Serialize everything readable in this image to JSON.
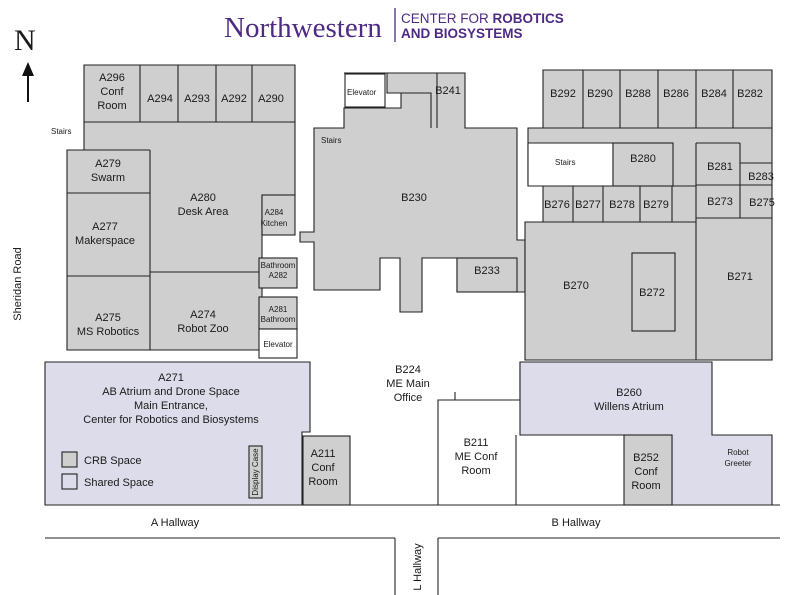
{
  "header": {
    "university": "Northwestern",
    "center_line1_regular": "CENTER FOR ",
    "center_line1_bold": "ROBOTICS",
    "center_line2": "AND BIOSYSTEMS"
  },
  "compass": {
    "letter": "N"
  },
  "legend": {
    "crb_label": "CRB Space",
    "shared_label": "Shared Space",
    "crb_color": "#cfcfcf",
    "shared_color": "#dcdcea"
  },
  "rooms": {
    "a296": [
      "A296",
      "Conf",
      "Room"
    ],
    "a294": [
      "A294"
    ],
    "a293": [
      "A293"
    ],
    "a292": [
      "A292"
    ],
    "a290": [
      "A290"
    ],
    "a279": [
      "A279",
      "Swarm"
    ],
    "a280": [
      "A280",
      "Desk Area"
    ],
    "a284": [
      "A284",
      "Kitchen"
    ],
    "a277": [
      "A277",
      "Makerspace"
    ],
    "a282": [
      "Bathroom",
      "A282"
    ],
    "a281": [
      "A281",
      "Bathroom"
    ],
    "a275": [
      "A275",
      "MS Robotics"
    ],
    "a274": [
      "A274",
      "Robot Zoo"
    ],
    "a_elevator": [
      "Elevator"
    ],
    "a271": [
      "A271",
      "AB Atrium and Drone Space",
      "Main Entrance,",
      "Center for Robotics and Biosystems"
    ],
    "display_case": [
      "Display Case"
    ],
    "a211": [
      "A211",
      "Conf",
      "Room"
    ],
    "b_elevator": [
      "Elevator"
    ],
    "b241": [
      "B241"
    ],
    "stairs_a": [
      "Stairs"
    ],
    "stairs_b": [
      "Stairs"
    ],
    "stairs_c": [
      "Stairs"
    ],
    "b230": [
      "B230"
    ],
    "b233": [
      "B233"
    ],
    "b224": [
      "B224",
      "ME Main",
      "Office"
    ],
    "b211": [
      "B211",
      "ME Conf",
      "Room"
    ],
    "b292": [
      "B292"
    ],
    "b290": [
      "B290"
    ],
    "b288": [
      "B288"
    ],
    "b286": [
      "B286"
    ],
    "b284": [
      "B284"
    ],
    "b282": [
      "B282"
    ],
    "b280": [
      "B280"
    ],
    "b281": [
      "B281"
    ],
    "b283": [
      "B283"
    ],
    "b276": [
      "B276"
    ],
    "b277": [
      "B277"
    ],
    "b278": [
      "B278"
    ],
    "b279": [
      "B279"
    ],
    "b273": [
      "B273"
    ],
    "b275": [
      "B275"
    ],
    "b270": [
      "B270"
    ],
    "b272": [
      "B272"
    ],
    "b271": [
      "B271"
    ],
    "b260": [
      "B260",
      "Willens Atrium"
    ],
    "b252": [
      "B252",
      "Conf",
      "Room"
    ],
    "robot_greeter": [
      "Robot",
      "Greeter"
    ]
  },
  "streets": {
    "sheridan": "Sheridan Road",
    "a_hallway": "A Hallway",
    "b_hallway": "B Hallway",
    "l_hallway": "L Hallway"
  }
}
